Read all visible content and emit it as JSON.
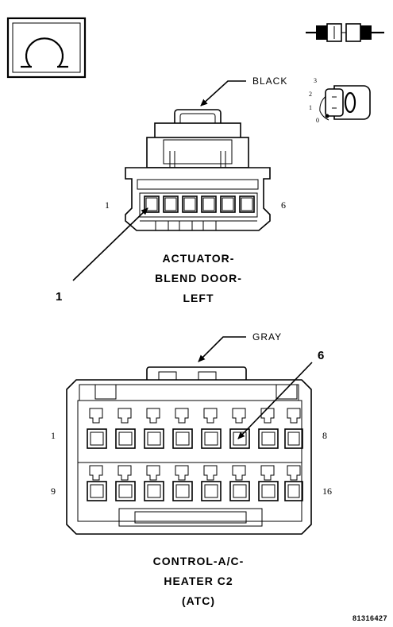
{
  "legend": {
    "symbol_icon": "open-circle-arrow-icon",
    "connector_icon": "inline-connector-icon",
    "key_icon": "ignition-key-icon",
    "key_positions": [
      "3",
      "2",
      "1",
      "0"
    ]
  },
  "connector_top": {
    "wire_color": "BLACK",
    "pin_left": "1",
    "pin_right": "6",
    "callout": "1",
    "title_lines": [
      "ACTUATOR-",
      "BLEND DOOR-",
      "LEFT"
    ]
  },
  "connector_bottom": {
    "wire_color": "GRAY",
    "pin_top_left": "1",
    "pin_top_right": "8",
    "pin_bottom_left": "9",
    "pin_bottom_right": "16",
    "callout": "6",
    "title_lines": [
      "CONTROL-A/C-",
      "HEATER C2",
      "(ATC)"
    ]
  },
  "figure_id": "81316427"
}
